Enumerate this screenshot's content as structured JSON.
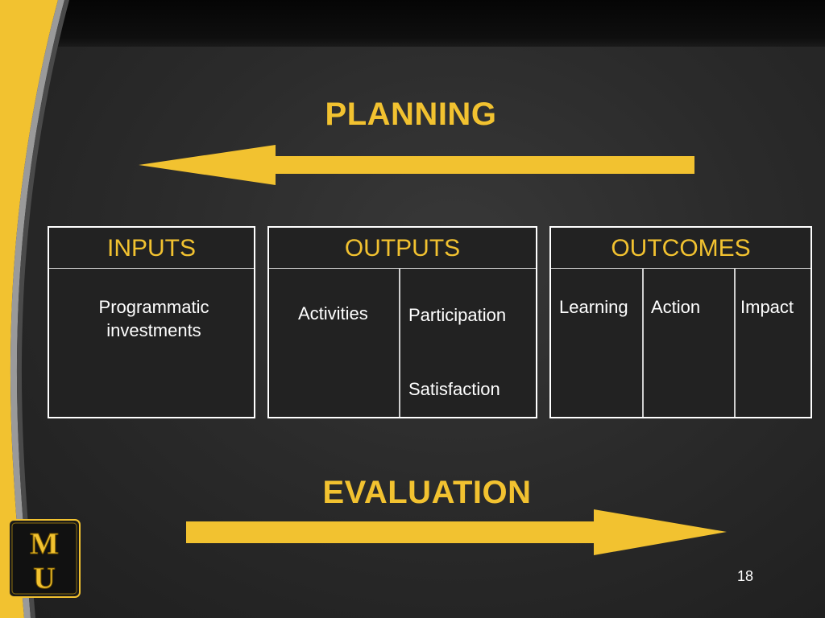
{
  "slide": {
    "planning_title": "PLANNING",
    "evaluation_title": "EVALUATION",
    "page_number": "18",
    "accent_color": "#f2c230",
    "logo_letters": "MU"
  },
  "boxes": {
    "inputs": {
      "header": "INPUTS",
      "cells": [
        "Programmatic investments"
      ]
    },
    "outputs": {
      "header": "OUTPUTS",
      "cells": [
        "Activities",
        "Participation",
        "Satisfaction"
      ]
    },
    "outcomes": {
      "header": "OUTCOMES",
      "cells": [
        "Learning",
        "Action",
        "Impact"
      ]
    }
  },
  "arrows": {
    "planning_direction": "left",
    "evaluation_direction": "right"
  }
}
